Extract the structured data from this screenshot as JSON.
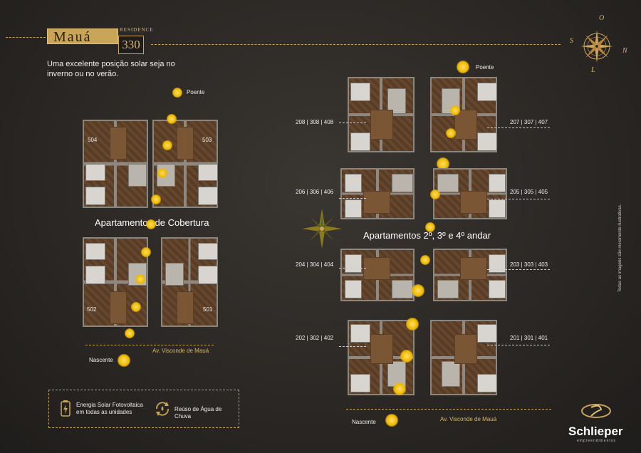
{
  "header": {
    "brand_name": "Mauá",
    "brand_residence": "RESIDENCE",
    "brand_number": "330",
    "subtitle": "Uma excelente posição solar seja no inverno ou no verão."
  },
  "compass": {
    "north": "N",
    "south": "S",
    "east": "L",
    "west": "O"
  },
  "cobertura": {
    "title": "Apartamentos de Cobertura",
    "units": {
      "top_left": "504",
      "top_right": "503",
      "bottom_left": "502",
      "bottom_right": "501"
    },
    "sunset_label": "Poente",
    "sunrise_label": "Nascente",
    "street": "Av. Visconde de Mauá"
  },
  "andares": {
    "title": "Apartamentos 2º, 3º e 4º andar",
    "units": {
      "row1_left": "208 | 308 | 408",
      "row1_right": "207 | 307 | 407",
      "row2_left": "206 | 306 | 406",
      "row2_right": "205 | 305 | 405",
      "row3_left": "204 | 304 | 404",
      "row3_right": "203 | 303 | 403",
      "row4_left": "202 | 302 | 402",
      "row4_right": "201 | 301 | 401"
    },
    "sunset_label": "Poente",
    "sunrise_label": "Nascente",
    "street": "Av. Visconde de Mauá"
  },
  "features": {
    "solar_line1": "Energia Solar Fotovoltaica",
    "solar_line2": "em todas as unidades",
    "rain": "Reúso de Água de Chuva"
  },
  "side_note": "Todas as imagens são meramente ilustrativas.",
  "company": {
    "name": "Schlieper",
    "tagline": "empreendimentos"
  },
  "colors": {
    "gold": "#c9a55a",
    "background": "#2d2a27",
    "sun": "#f0b900"
  },
  "icons": [
    "compass-rose-icon",
    "star-compass-icon",
    "sun-icon",
    "solar-panel-icon",
    "rain-recycle-icon",
    "schlieper-logo-icon"
  ]
}
